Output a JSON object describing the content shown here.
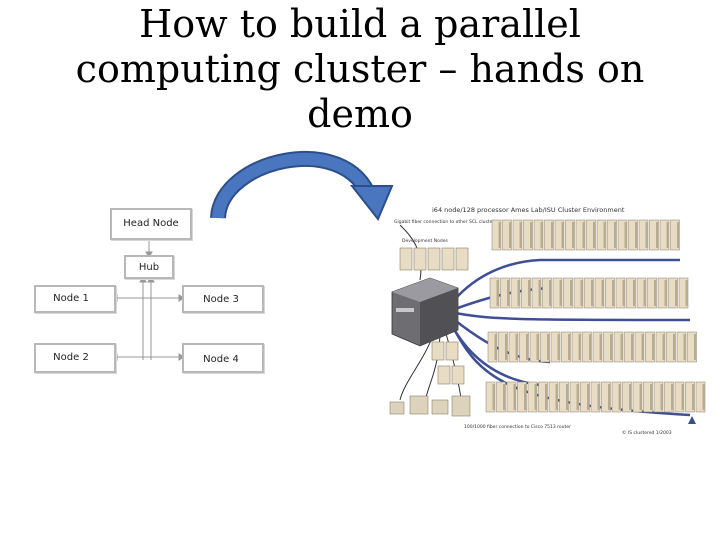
{
  "slide": {
    "title_lines": [
      "How to build a parallel",
      "computing cluster – hands on",
      "demo"
    ]
  },
  "diagram": {
    "head_node": "Head Node",
    "hub": "Hub",
    "nodes": [
      "Node 1",
      "Node 3",
      "Node 2",
      "Node 4"
    ]
  },
  "photo": {
    "header": "i64 node/128 processor Ames Lab/ISU Cluster Environment",
    "fiber_top": "Gigabit fiber connection to other SCL clusters",
    "dev_nodes": "Development Nodes",
    "fiber_bottom": "100/1000 fiber connection to Cisco 7513 router",
    "credit": "© IS clustered 1/2003"
  },
  "colors": {
    "arrow": "#4a76bf",
    "arrow_edge": "#2c4f8c",
    "box_border": "#b8b8b8",
    "cable": "#2b3d8a",
    "server_face": "#e8dcc4"
  }
}
